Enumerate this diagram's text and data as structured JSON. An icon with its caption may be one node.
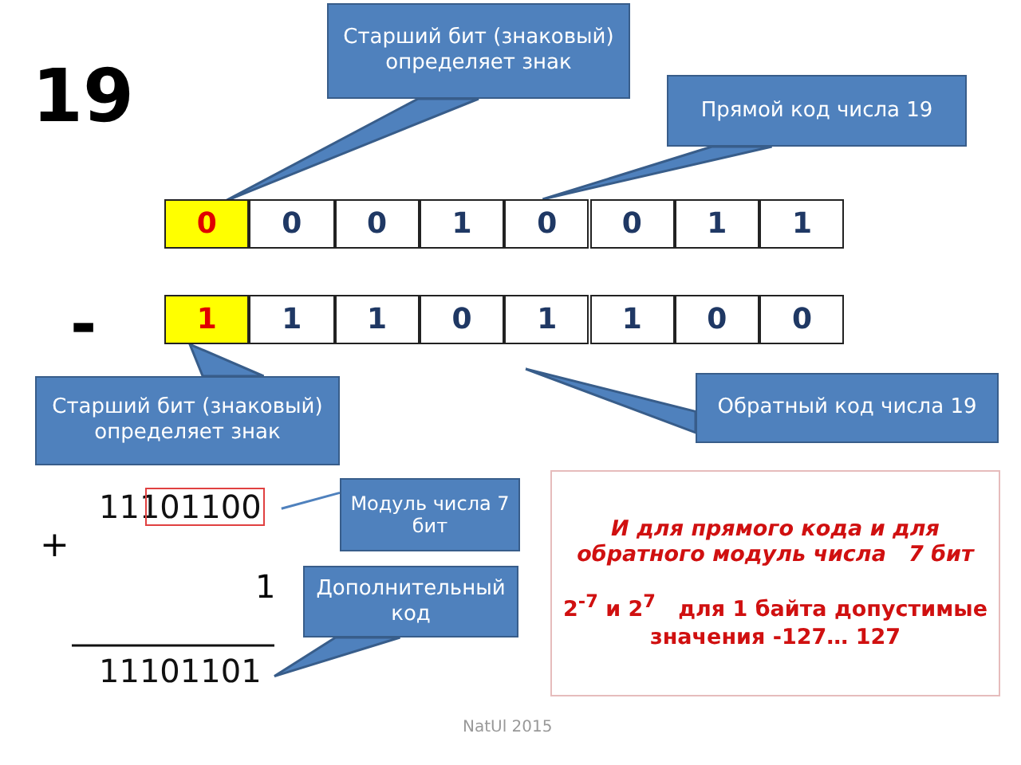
{
  "diagram": {
    "nodes": [
      {
        "text": [
          "Старший бит (знаковый) определяет знак"
        ]
      },
      {
        "text": [
          "Прямой код числа 19"
        ]
      },
      {
        "text": [
          "0"
        ]
      },
      {
        "text": [
          "0"
        ]
      },
      {
        "text": [
          "0"
        ]
      },
      {
        "text": [
          "1"
        ]
      },
      {
        "text": [
          "0"
        ]
      },
      {
        "text": [
          "0"
        ]
      },
      {
        "text": [
          "1"
        ]
      },
      {
        "text": [
          "1"
        ]
      },
      {
        "text": [
          "1"
        ]
      },
      {
        "text": [
          "1"
        ]
      },
      {
        "text": [
          "1"
        ]
      },
      {
        "text": [
          "0"
        ]
      },
      {
        "text": [
          "1"
        ]
      },
      {
        "text": [
          "1"
        ]
      },
      {
        "text": [
          "0"
        ]
      },
      {
        "text": [
          "0"
        ]
      },
      {
        "text": [
          "Старший бит (знаковый) определяет знак"
        ]
      },
      {
        "text": [
          "Обратный код числа 19"
        ]
      },
      {
        "text": [
          "11101100"
        ]
      },
      {
        "text": [
          "Модуль числа 7 бит"
        ]
      },
      {
        "text": [
          "11101101"
        ]
      },
      {
        "text": [
          "Дополнительный код"
        ]
      },
      {
        "text": [
          "И для прямого кода и для обратного модуль числа   7 бит",
          "2$^{-7}$ и 2$^{7}$   для 1 байта допустимые значения -127… 127"
        ]
      }
    ],
    "edges": [
      {
        "from": 0,
        "to": 2,
        "arrow": "none"
      },
      {
        "from": 1,
        "to": 6,
        "arrow": "none"
      },
      {
        "from": 18,
        "to": 10,
        "arrow": "none"
      },
      {
        "from": 19,
        "to": 14,
        "arrow": "none"
      },
      {
        "from": 21,
        "to": 20,
        "arrow": "none"
      },
      {
        "from": 23,
        "to": 22,
        "arrow": "none"
      }
    ],
    "labels": [
      "19",
      "-",
      "+",
      "1",
      "NatUl 2015"
    ]
  }
}
